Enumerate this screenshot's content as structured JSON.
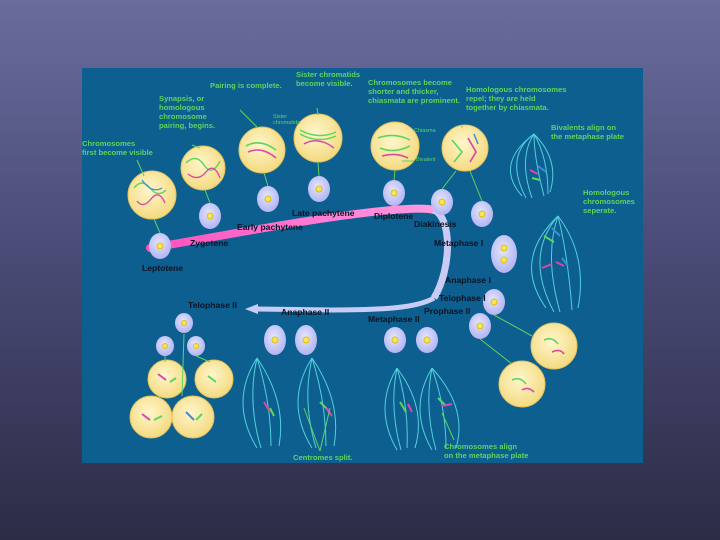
{
  "colors": {
    "panel": "#0d5f8f",
    "arrow": "#ff5cc8",
    "cell": "#fbe9a0",
    "note": "#5cd65c",
    "spindle": "#52d0dd",
    "stage": "#0b1220"
  },
  "stages": {
    "leptotene": "Leptotene",
    "zygotene": "Zygotene",
    "early_pachytene": "Early pachytene",
    "late_pachytene": "Late pachytene",
    "diplotene": "Diplotene",
    "diakinesis": "Diakinesis",
    "metaphase_1": "Metaphase I",
    "anaphase_1": "Anaphase I",
    "telophase_1": "Telophase I",
    "prophase_2": "Prophase II",
    "metaphase_2": "Metaphase II",
    "anaphase_2": "Anaphase II",
    "telophase_2": "Telophase II"
  },
  "notes": {
    "first_visible": [
      "Chromosomes",
      "first become visible"
    ],
    "synapsis": [
      "Synapsis, or",
      "homologous",
      "chromosome",
      "pairing, begins."
    ],
    "pairing_complete": [
      "Pairing is complete."
    ],
    "sister_visible": [
      "Sister chromatids",
      "become visible."
    ],
    "shorter_thicker": [
      "Chromosomes become",
      "shorter and thicker,",
      "chiasmata are prominent."
    ],
    "repel": [
      "Homologous chromosomes",
      "repel;  they are held",
      "together by chiasmata."
    ],
    "bivalents_align": [
      "Bivalents align on",
      "the metaphase plate"
    ],
    "separate": [
      "Homologous",
      "chromosomes",
      "seperate."
    ],
    "align_plate": [
      "Chromosomes align",
      "on the metaphase plate"
    ],
    "centromeres": [
      "Centromes split."
    ]
  },
  "small_labels": {
    "sister_chromatids": [
      "Sister",
      "chromatids"
    ],
    "chiasma": "Chiasma",
    "bivalent": "Bivalent"
  }
}
